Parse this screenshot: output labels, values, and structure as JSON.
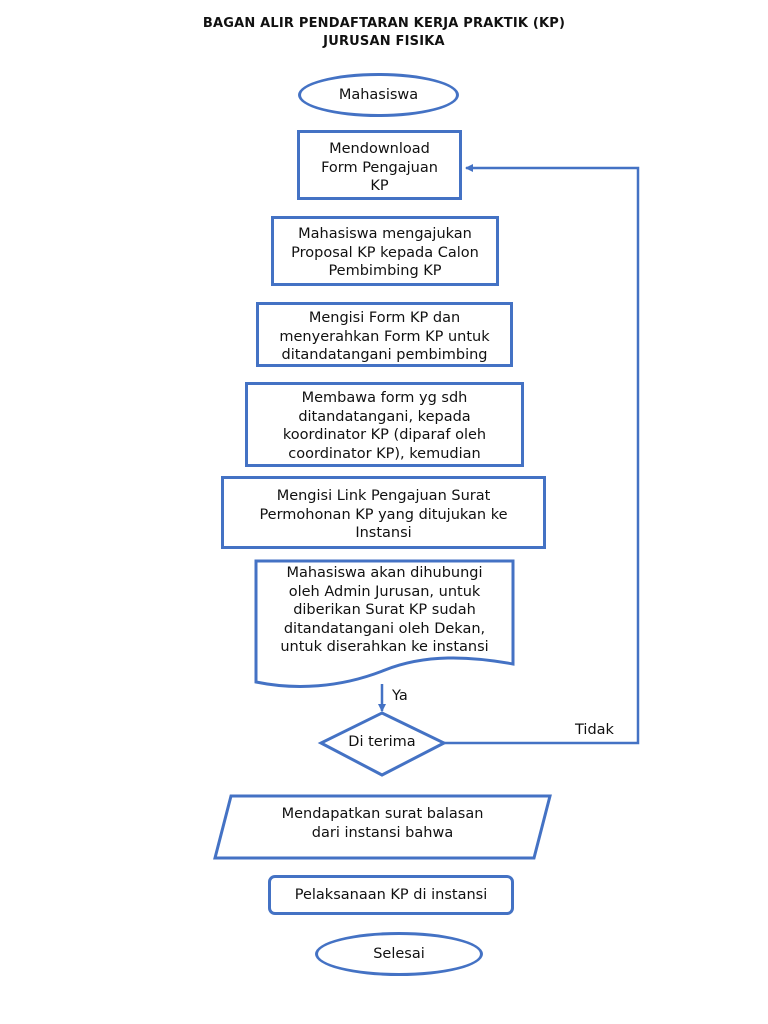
{
  "title": {
    "line1": "BAGAN ALIR PENDAFTARAN KERJA PRAKTIK (KP)",
    "line2": "JURUSAN FISIKA"
  },
  "colors": {
    "stroke": "#4472c4",
    "text": "#111111",
    "background": "#ffffff"
  },
  "nodes": {
    "start": "Mahasiswa",
    "step1": "Mendownload\nForm Pengajuan\nKP",
    "step2": "Mahasiswa mengajukan\nProposal KP kepada Calon\nPembimbing KP",
    "step3": "Mengisi Form KP dan\nmenyerahkan Form KP untuk\nditandatangani pembimbing",
    "step4": "Membawa form yg sdh\nditandatangani, kepada\nkoordinator KP (diparaf oleh\ncoordinator KP), kemudian",
    "step5": "Mengisi Link Pengajuan Surat\nPermohonan KP yang ditujukan ke\nInstansi",
    "step6": "Mahasiswa akan dihubungi\noleh Admin Jurusan, untuk\ndiberikan Surat KP sudah\nditandatangani oleh Dekan,\nuntuk diserahkan ke instansi",
    "decision": "Di terima",
    "io": "Mendapatkan surat balasan\ndari instansi bahwa",
    "step7": "Pelaksanaan KP di instansi",
    "end": "Selesai"
  },
  "labels": {
    "yes": "Ya",
    "no": "Tidak"
  }
}
